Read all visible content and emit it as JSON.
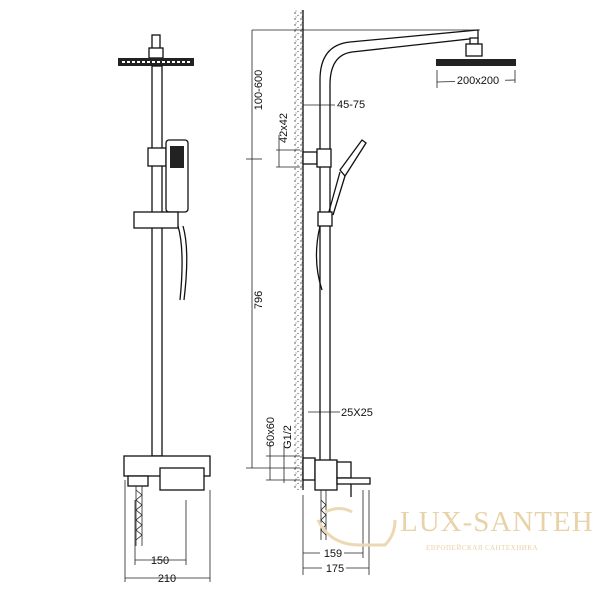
{
  "dimensions": {
    "front_view": {
      "inlet_spacing": "150",
      "overall_width": "210"
    },
    "side_view": {
      "head_height_range": "100-600",
      "rail_height": "796",
      "clamp_size": "42x42",
      "wall_offset": "45-75",
      "head_size": "200x200",
      "pipe_section": "25X25",
      "mount_plate": "60x60",
      "thread": "G1/2",
      "spout_projection": "159",
      "overall_projection": "175"
    }
  },
  "watermark": {
    "brand": "LUX-SANTEH",
    "tagline": "ЕВРОПЕЙСКАЯ САНТЕХНИКА"
  },
  "colors": {
    "line": "#111111",
    "watermark": "#e8d3a8"
  }
}
